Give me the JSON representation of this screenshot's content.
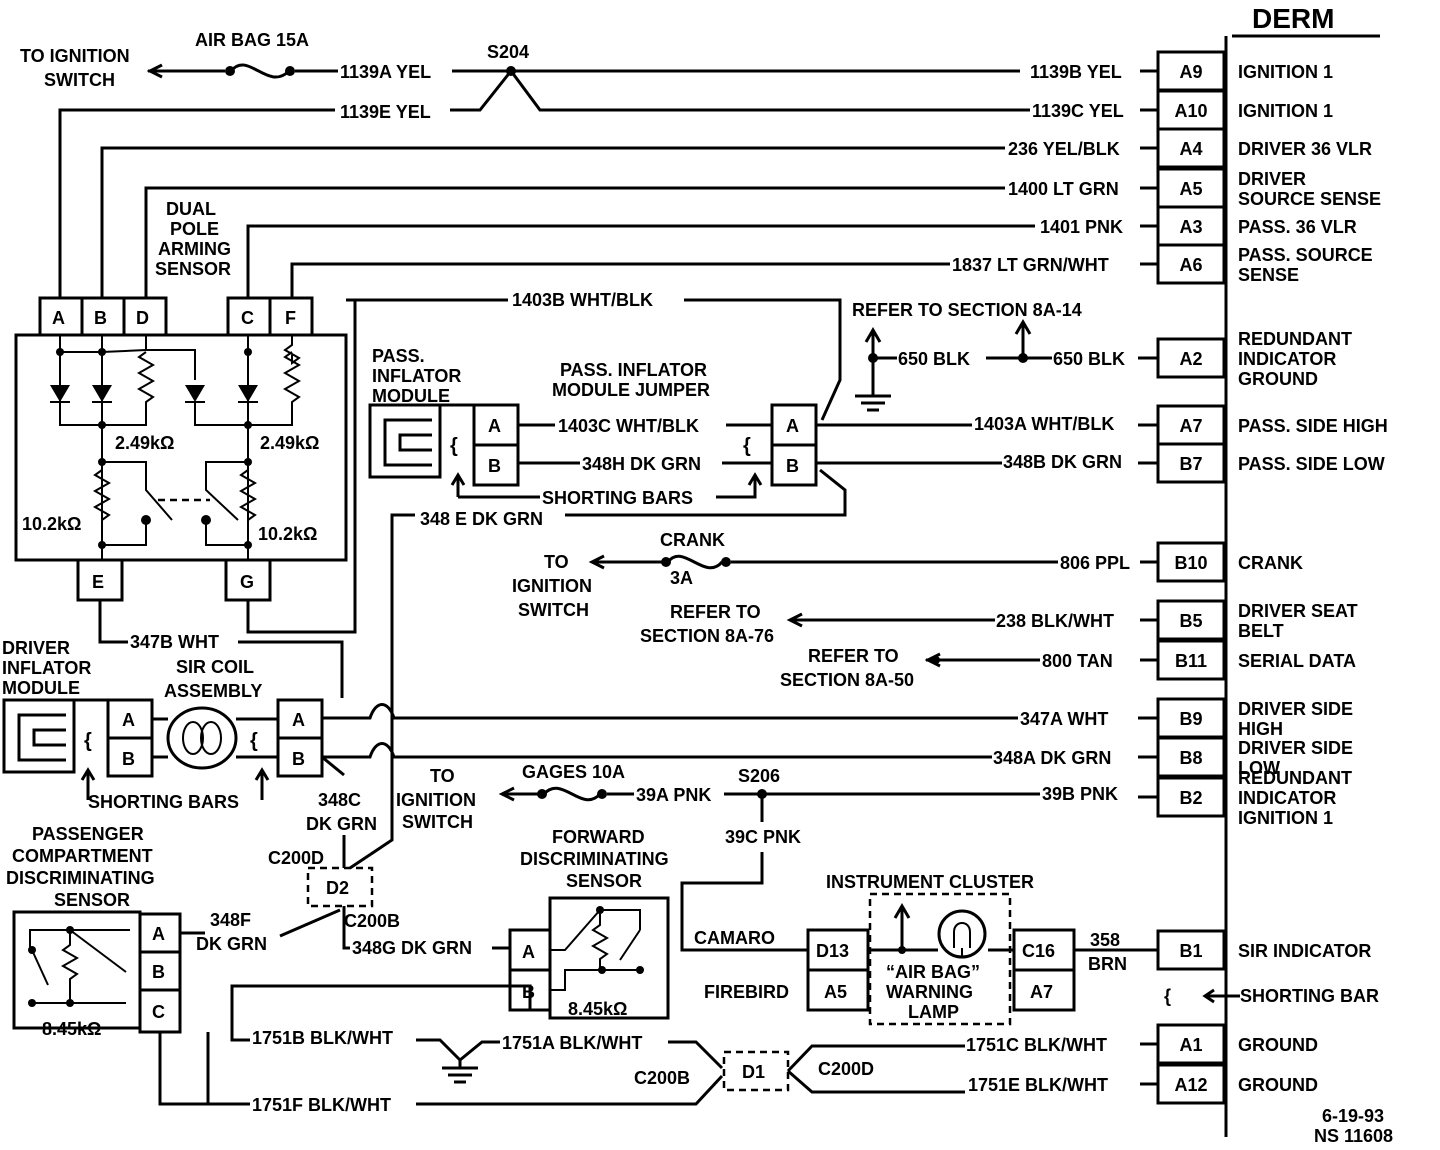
{
  "derm": {
    "title": "DERM",
    "pins": [
      {
        "pin": "A9",
        "wire": "1139B YEL",
        "label": [
          "IGNITION 1"
        ]
      },
      {
        "pin": "A10",
        "wire": "1139C YEL",
        "label": [
          "IGNITION 1"
        ]
      },
      {
        "pin": "A4",
        "wire": "236 YEL/BLK",
        "label": [
          "DRIVER 36 VLR"
        ]
      },
      {
        "pin": "A5",
        "wire": "1400 LT GRN",
        "label": [
          "DRIVER",
          "SOURCE SENSE"
        ]
      },
      {
        "pin": "A3",
        "wire": "1401 PNK",
        "label": [
          "PASS. 36 VLR"
        ]
      },
      {
        "pin": "A6",
        "wire": "1837 LT GRN/WHT",
        "label": [
          "PASS. SOURCE",
          "SENSE"
        ]
      },
      {
        "pin": "A2",
        "wire": "650 BLK",
        "label": [
          "REDUNDANT",
          "INDICATOR",
          "GROUND"
        ]
      },
      {
        "pin": "A7",
        "wire": "1403A WHT/BLK",
        "label": [
          "PASS. SIDE HIGH"
        ]
      },
      {
        "pin": "B7",
        "wire": "348B DK GRN",
        "label": [
          "PASS. SIDE LOW"
        ]
      },
      {
        "pin": "B10",
        "wire": "806 PPL",
        "label": [
          "CRANK"
        ]
      },
      {
        "pin": "B5",
        "wire": "238 BLK/WHT",
        "label": [
          "DRIVER SEAT",
          "BELT"
        ]
      },
      {
        "pin": "B11",
        "wire": "800 TAN",
        "label": [
          "SERIAL DATA"
        ]
      },
      {
        "pin": "B9",
        "wire": "347A WHT",
        "label": [
          "DRIVER SIDE",
          "HIGH"
        ]
      },
      {
        "pin": "B8",
        "wire": "348A DK GRN",
        "label": [
          "DRIVER SIDE",
          "LOW"
        ]
      },
      {
        "pin": "B2",
        "wire": "39B PNK",
        "label": [
          "REDUNDANT",
          "INDICATOR",
          "IGNITION 1"
        ]
      },
      {
        "pin": "B1",
        "wire": "",
        "label": [
          "SIR INDICATOR"
        ]
      },
      {
        "pin": "A1",
        "wire": "1751C BLK/WHT",
        "label": [
          "GROUND"
        ]
      },
      {
        "pin": "A12",
        "wire": "1751E BLK/WHT",
        "label": [
          "GROUND"
        ]
      }
    ],
    "shorting_bar": "SHORTING BAR"
  },
  "labels": {
    "to_ign": [
      "TO IGNITION",
      "SWITCH"
    ],
    "airbag_fuse": "AIR BAG 15A",
    "w1139a": "1139A YEL",
    "w1139e": "1139E YEL",
    "s204": "S204",
    "arming": [
      "DUAL",
      "POLE",
      "ARMING",
      "SENSOR"
    ],
    "arm_pins": [
      "A",
      "B",
      "D",
      "C",
      "F",
      "E",
      "G"
    ],
    "r249a": "2.49kΩ",
    "r249b": "2.49kΩ",
    "r102a": "10.2kΩ",
    "r102b": "10.2kΩ",
    "w1403b": "1403B WHT/BLK",
    "refer14": "REFER TO SECTION 8A-14",
    "w650a": "650 BLK",
    "pass_module": [
      "PASS.",
      "INFLATOR",
      "MODULE"
    ],
    "pass_jumper": [
      "PASS. INFLATOR",
      "MODULE JUMPER"
    ],
    "w1403c": "1403C WHT/BLK",
    "w348h": "348H DK GRN",
    "shorting_bars": "SHORTING BARS",
    "w348e": "348 E DK GRN",
    "crank": "CRANK",
    "crank_fuse": "3A",
    "to_ign2": [
      "TO",
      "IGNITION",
      "SWITCH"
    ],
    "refer76": [
      "REFER TO",
      "SECTION 8A-76"
    ],
    "refer50": [
      "REFER TO",
      "SECTION 8A-50"
    ],
    "w347b": "347B WHT",
    "driver_module": [
      "DRIVER",
      "INFLATOR",
      "MODULE"
    ],
    "coil": [
      "SIR COIL",
      "ASSEMBLY"
    ],
    "shorting_bars2": "SHORTING BARS",
    "w348c": [
      "348C",
      "DK GRN"
    ],
    "to_ign3": [
      "TO",
      "IGNITION",
      "SWITCH"
    ],
    "gages": "GAGES 10A",
    "w39a": "39A PNK",
    "s206": "S206",
    "w39c": "39C PNK",
    "pcds": [
      "PASSENGER",
      "COMPARTMENT",
      "DISCRIMINATING",
      "SENSOR"
    ],
    "r845a": "8.45kΩ",
    "w348f": [
      "348F",
      "DK GRN"
    ],
    "c200d": "C200D",
    "d2": "D2",
    "c200b": "C200B",
    "w348g": "348G DK GRN",
    "fds": [
      "FORWARD",
      "DISCRIMINATING",
      "SENSOR"
    ],
    "r845b": "8.45kΩ",
    "cluster": "INSTRUMENT CLUSTER",
    "camaro": "CAMARO",
    "firebird": "FIREBIRD",
    "lamp": [
      "“AIR BAG”",
      "WARNING",
      "LAMP"
    ],
    "cl_pins": [
      "D13",
      "A5",
      "C16",
      "A7"
    ],
    "w358": [
      "358",
      "BRN"
    ],
    "w1751b": "1751B BLK/WHT",
    "w1751a": "1751A BLK/WHT",
    "w1751f": "1751F BLK/WHT",
    "c200b2": "C200B",
    "d1": "D1",
    "c200d2": "C200D",
    "date": "6-19-93",
    "ns": "NS 11608"
  }
}
